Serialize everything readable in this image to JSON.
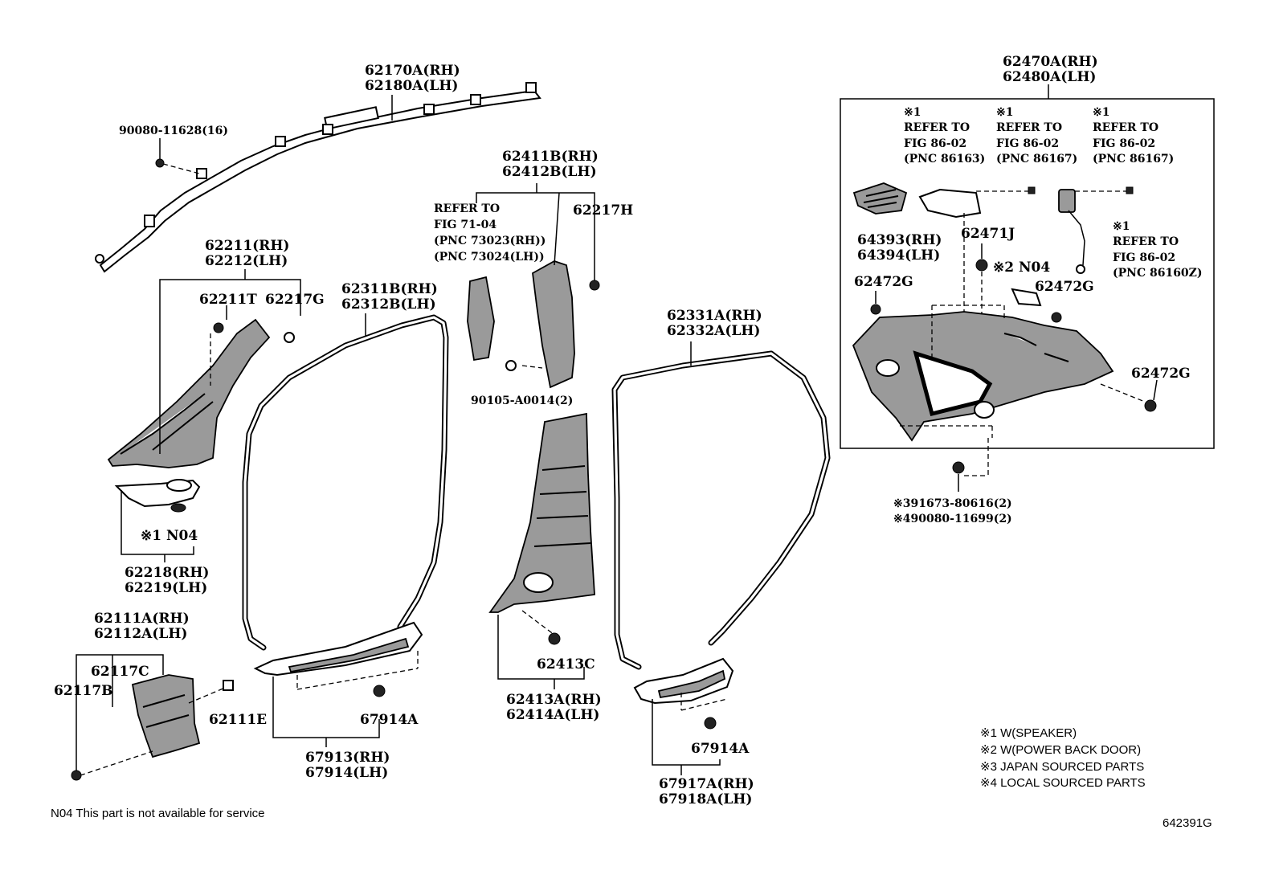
{
  "labels": {
    "p62170": [
      "62170A(RH)",
      "62180A(LH)"
    ],
    "p90080_16": "90080-11628(16)",
    "p62211": [
      "62211(RH)",
      "62212(LH)"
    ],
    "p62211T": "62211T",
    "p62217G": "62217G",
    "p62218_note": "※1 N04",
    "p62218": [
      "62218(RH)",
      "62219(LH)"
    ],
    "p62111": [
      "62111A(RH)",
      "62112A(LH)"
    ],
    "p62117C": "62117C",
    "p62117B": "62117B",
    "p62111E": "62111E",
    "p62311": [
      "62311B(RH)",
      "62312B(LH)"
    ],
    "p67913": [
      "67913(RH)",
      "67914(LH)"
    ],
    "p67914A_1": "67914A",
    "p62411": [
      "62411B(RH)",
      "62412B(LH)"
    ],
    "ref71": [
      "REFER TO",
      "FIG 71-04",
      "(PNC 73023(RH))",
      "(PNC 73024(LH))"
    ],
    "p62217H": "62217H",
    "p90105": "90105-A0014(2)",
    "p62413C": "62413C",
    "p62413": [
      "62413A(RH)",
      "62414A(LH)"
    ],
    "p62331": [
      "62331A(RH)",
      "62332A(LH)"
    ],
    "p67914A_2": "67914A",
    "p67917": [
      "67917A(RH)",
      "67918A(LH)"
    ],
    "p62470": [
      "62470A(RH)",
      "62480A(LH)"
    ],
    "ref86a": [
      "※1",
      "REFER TO",
      "FIG 86-02",
      "(PNC 86163)"
    ],
    "ref86b": [
      "※1",
      "REFER TO",
      "FIG 86-02",
      "(PNC 86167)"
    ],
    "ref86c": [
      "※1",
      "REFER TO",
      "FIG 86-02",
      "(PNC 86167)"
    ],
    "ref86d": [
      "※1",
      "REFER TO",
      "FIG 86-02",
      "(PNC 86160Z)"
    ],
    "p64393": [
      "64393(RH)",
      "64394(LH)"
    ],
    "p62471J": "62471J",
    "p62471_note": "※2 N04",
    "p62472G_1": "62472G",
    "p62472G_2": "62472G",
    "p62472G_3": "62472G",
    "p91673": [
      "※391673-80616(2)",
      "※490080-11699(2)"
    ]
  },
  "legend": [
    "※1 W(SPEAKER)",
    "※2 W(POWER BACK DOOR)",
    "※3 JAPAN SOURCED PARTS",
    "※4 LOCAL SOURCED PARTS"
  ],
  "footnote": "N04 This part is not available for service",
  "figure_id": "642391G"
}
